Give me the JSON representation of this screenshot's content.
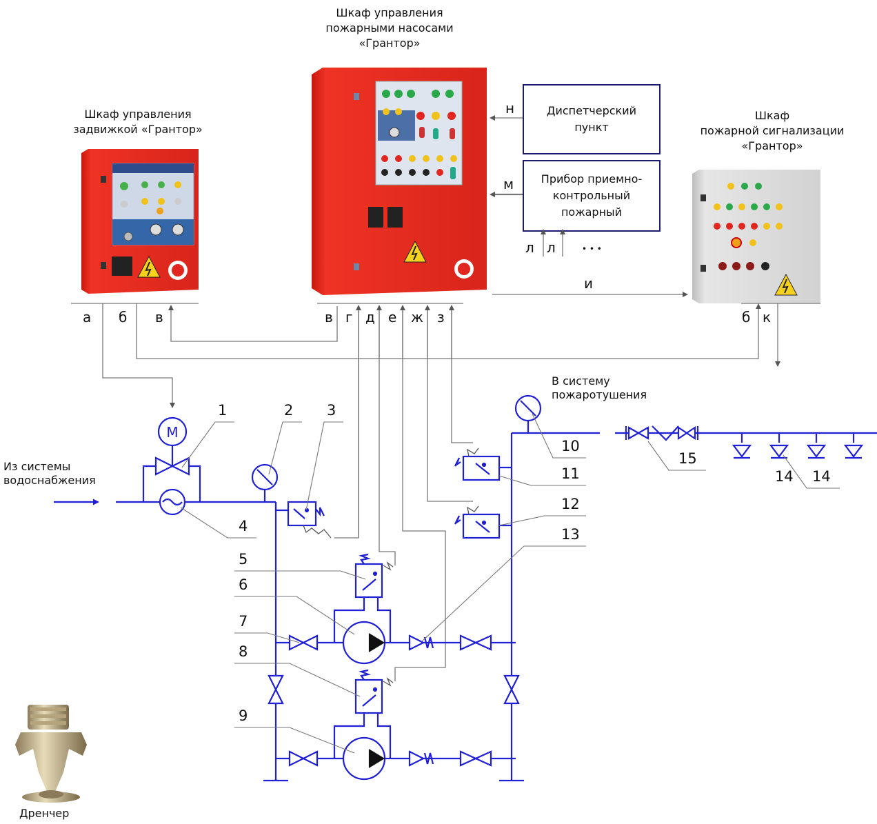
{
  "captions": {
    "pump_cabinet": [
      "Шкаф управления",
      "пожарными насосами",
      "«Грантор»"
    ],
    "valve_cabinet": [
      "Шкаф управления",
      "задвижкой «Грантор»"
    ],
    "alarm_cabinet": [
      "Шкаф",
      "пожарной сигнализации",
      "«Грантор»"
    ],
    "water_supply": [
      "Из системы",
      "водоснабжения"
    ],
    "to_system": [
      "В систему",
      "пожаротушения"
    ],
    "drencher": "Дренчер"
  },
  "boxes": {
    "dispatch": [
      "Диспетчерский",
      "пункт"
    ],
    "receiver": [
      "Прибор приемно-",
      "контрольный",
      "пожарный"
    ]
  },
  "signal_letters": {
    "a": "а",
    "b_left": "б",
    "v_left": "в",
    "v_mid": "в",
    "g": "г",
    "d": "д",
    "e": "е",
    "zh": "ж",
    "z": "з",
    "b_right": "б",
    "k": "к",
    "n": "н",
    "m": "м",
    "l1": "л",
    "l2": "л",
    "dots": "• • •",
    "i": "и"
  },
  "numbers": {
    "n1": "1",
    "n2": "2",
    "n3": "3",
    "n4": "4",
    "n5": "5",
    "n6": "6",
    "n7": "7",
    "n8": "8",
    "n9": "9",
    "n10": "10",
    "n11": "11",
    "n12": "12",
    "n13": "13",
    "n14a": "14",
    "n14b": "14",
    "n15": "15"
  },
  "colors": {
    "pipe": "#1f1fd6",
    "signal": "#777777",
    "cabinet_red": "#e0261e",
    "alarm_grey": "#dcdcdc",
    "box_border": "#1b1a6e"
  },
  "icons": [
    "motor-icon",
    "pressure-gauge-icon",
    "pressure-switch-icon",
    "pump-icon",
    "valve-icon",
    "check-valve-icon",
    "sprinkler-icon",
    "high-voltage-icon",
    "drencher-photo"
  ]
}
